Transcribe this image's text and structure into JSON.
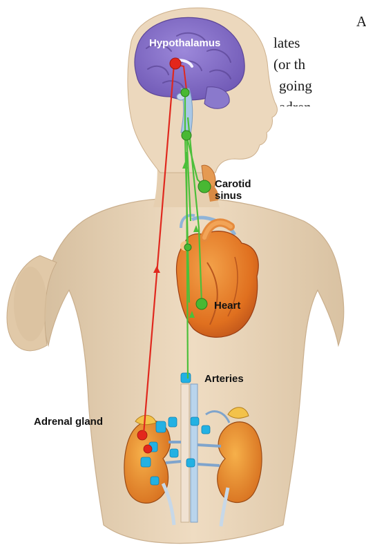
{
  "labels": {
    "hypothalamus": "Hypothalamus",
    "carotid_sinus_line1": "Carotid",
    "carotid_sinus_line2": "sinus",
    "heart": "Heart",
    "arteries": "Arteries",
    "adrenal_gland": "Adrenal gland"
  },
  "body_text": {
    "line1": "A",
    "line2": "lates",
    "line3": "(or th",
    "line4": "going",
    "line5": "adren"
  },
  "colors": {
    "skin": "#e9d4b8",
    "brain": "#8a72c8",
    "hypothalamus_pathway": "#e0281e",
    "baroreceptor_pathway": "#4cbf3a",
    "kidney": "#e98a2a",
    "heart": "#e2762a",
    "vessel": "#29b6e6"
  }
}
